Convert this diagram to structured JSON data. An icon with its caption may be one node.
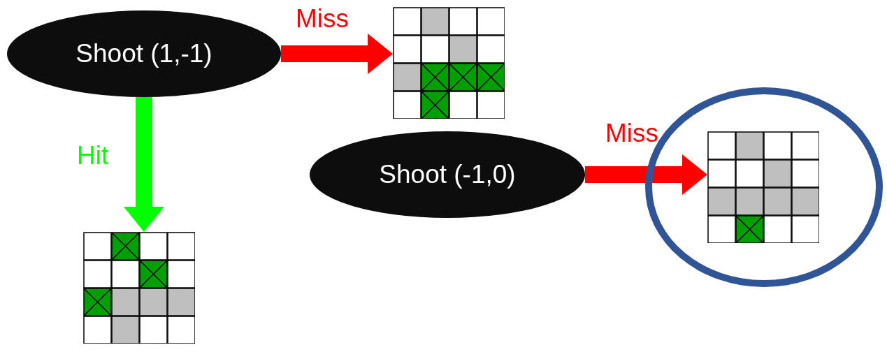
{
  "diagram": {
    "nodes": [
      {
        "text": [
          "Shoot (1,-1)"
        ]
      },
      {
        "text": [],
        "shape": "picture"
      },
      {
        "text": [
          "Shoot (-1,0)"
        ]
      },
      {
        "text": [],
        "shape": "circle"
      },
      {
        "text": [],
        "shape": "picture",
        "in": 3
      },
      {
        "text": [],
        "shape": "picture"
      }
    ],
    "edges": [
      {
        "from": 0,
        "to": 1,
        "arrow": "to",
        "label": "Miss"
      },
      {
        "from": 0,
        "to": 5,
        "arrow": "to",
        "label": "Hit",
        "color": "#00ff00"
      },
      {
        "from": 2,
        "to": 4,
        "arrow": "to",
        "label": "Miss"
      }
    ]
  }
}
